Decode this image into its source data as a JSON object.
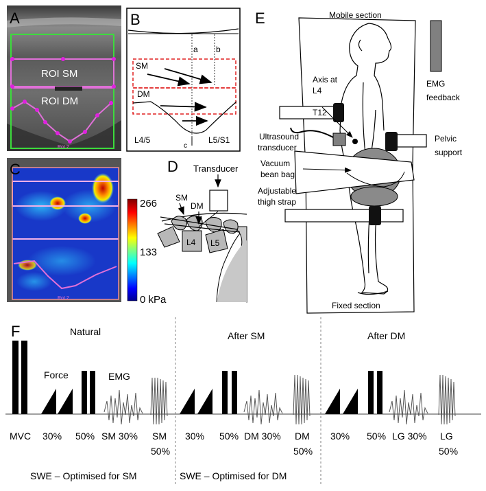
{
  "panels": {
    "A": "A",
    "B": "B",
    "C": "C",
    "D": "D",
    "E": "E",
    "F": "F"
  },
  "panelA": {
    "roi_sm": "ROI SM",
    "roi_dm": "ROI DM",
    "roi_tag": "RoI 2"
  },
  "panelB": {
    "line_a": "a",
    "line_b": "b",
    "line_c": "c",
    "sm": "SM",
    "dm": "DM",
    "level_left": "L4/5",
    "level_right": "L5/S1"
  },
  "panelC": {
    "roi_tag": "RoI 2",
    "scale_max": "266",
    "scale_mid": "133",
    "scale_min": "0 kPa"
  },
  "panelD": {
    "transducer": "Transducer",
    "sm": "SM",
    "dm": "DM",
    "l4": "L4",
    "l5": "L5"
  },
  "panelE": {
    "mobile_section": "Mobile section",
    "fixed_section": "Fixed section",
    "axis_line1": "Axis at",
    "axis_line2": "L4",
    "t12": "T12",
    "ultra_line1": "Ultrasound",
    "ultra_line2": "transducer",
    "vacuum_line1": "Vacuum",
    "vacuum_line2": "bean bag",
    "thigh_line1": "Adjustable",
    "thigh_line2": "thigh strap",
    "emg_line1": "EMG",
    "emg_line2": "feedback",
    "pelvic_line1": "Pelvic",
    "pelvic_line2": "support"
  },
  "panelF": {
    "natural": "Natural",
    "after_sm": "After SM",
    "after_dm": "After DM",
    "force": "Force",
    "emg": "EMG",
    "mvc": "MVC",
    "n_30": "30%",
    "n_50": "50%",
    "n_sm30": "SM 30%",
    "n_sm50_1": "SM",
    "n_sm50_2": "50%",
    "s_30": "30%",
    "s_50": "50%",
    "s_dm30": "DM 30%",
    "s_dm50_1": "DM",
    "s_dm50_2": "50%",
    "d_30": "30%",
    "d_50": "50%",
    "d_lg30": "LG 30%",
    "d_lg50_1": "LG",
    "d_lg50_2": "50%",
    "swe_sm": "SWE – Optimised for SM",
    "swe_dm": "SWE – Optimised for DM"
  },
  "colors": {
    "ultrasound_bg": "#5a5a5a",
    "roi_green": "#3cdc3c",
    "roi_pink": "#e070d8",
    "marker_magenta": "#e020e0",
    "swe_blue": "#1030c8",
    "swe_red": "#d81010",
    "grey_fill": "#bdbdbd",
    "strap_black": "#111111",
    "emg_bar": "#808080",
    "bean_bag": "#8a8a8a"
  }
}
